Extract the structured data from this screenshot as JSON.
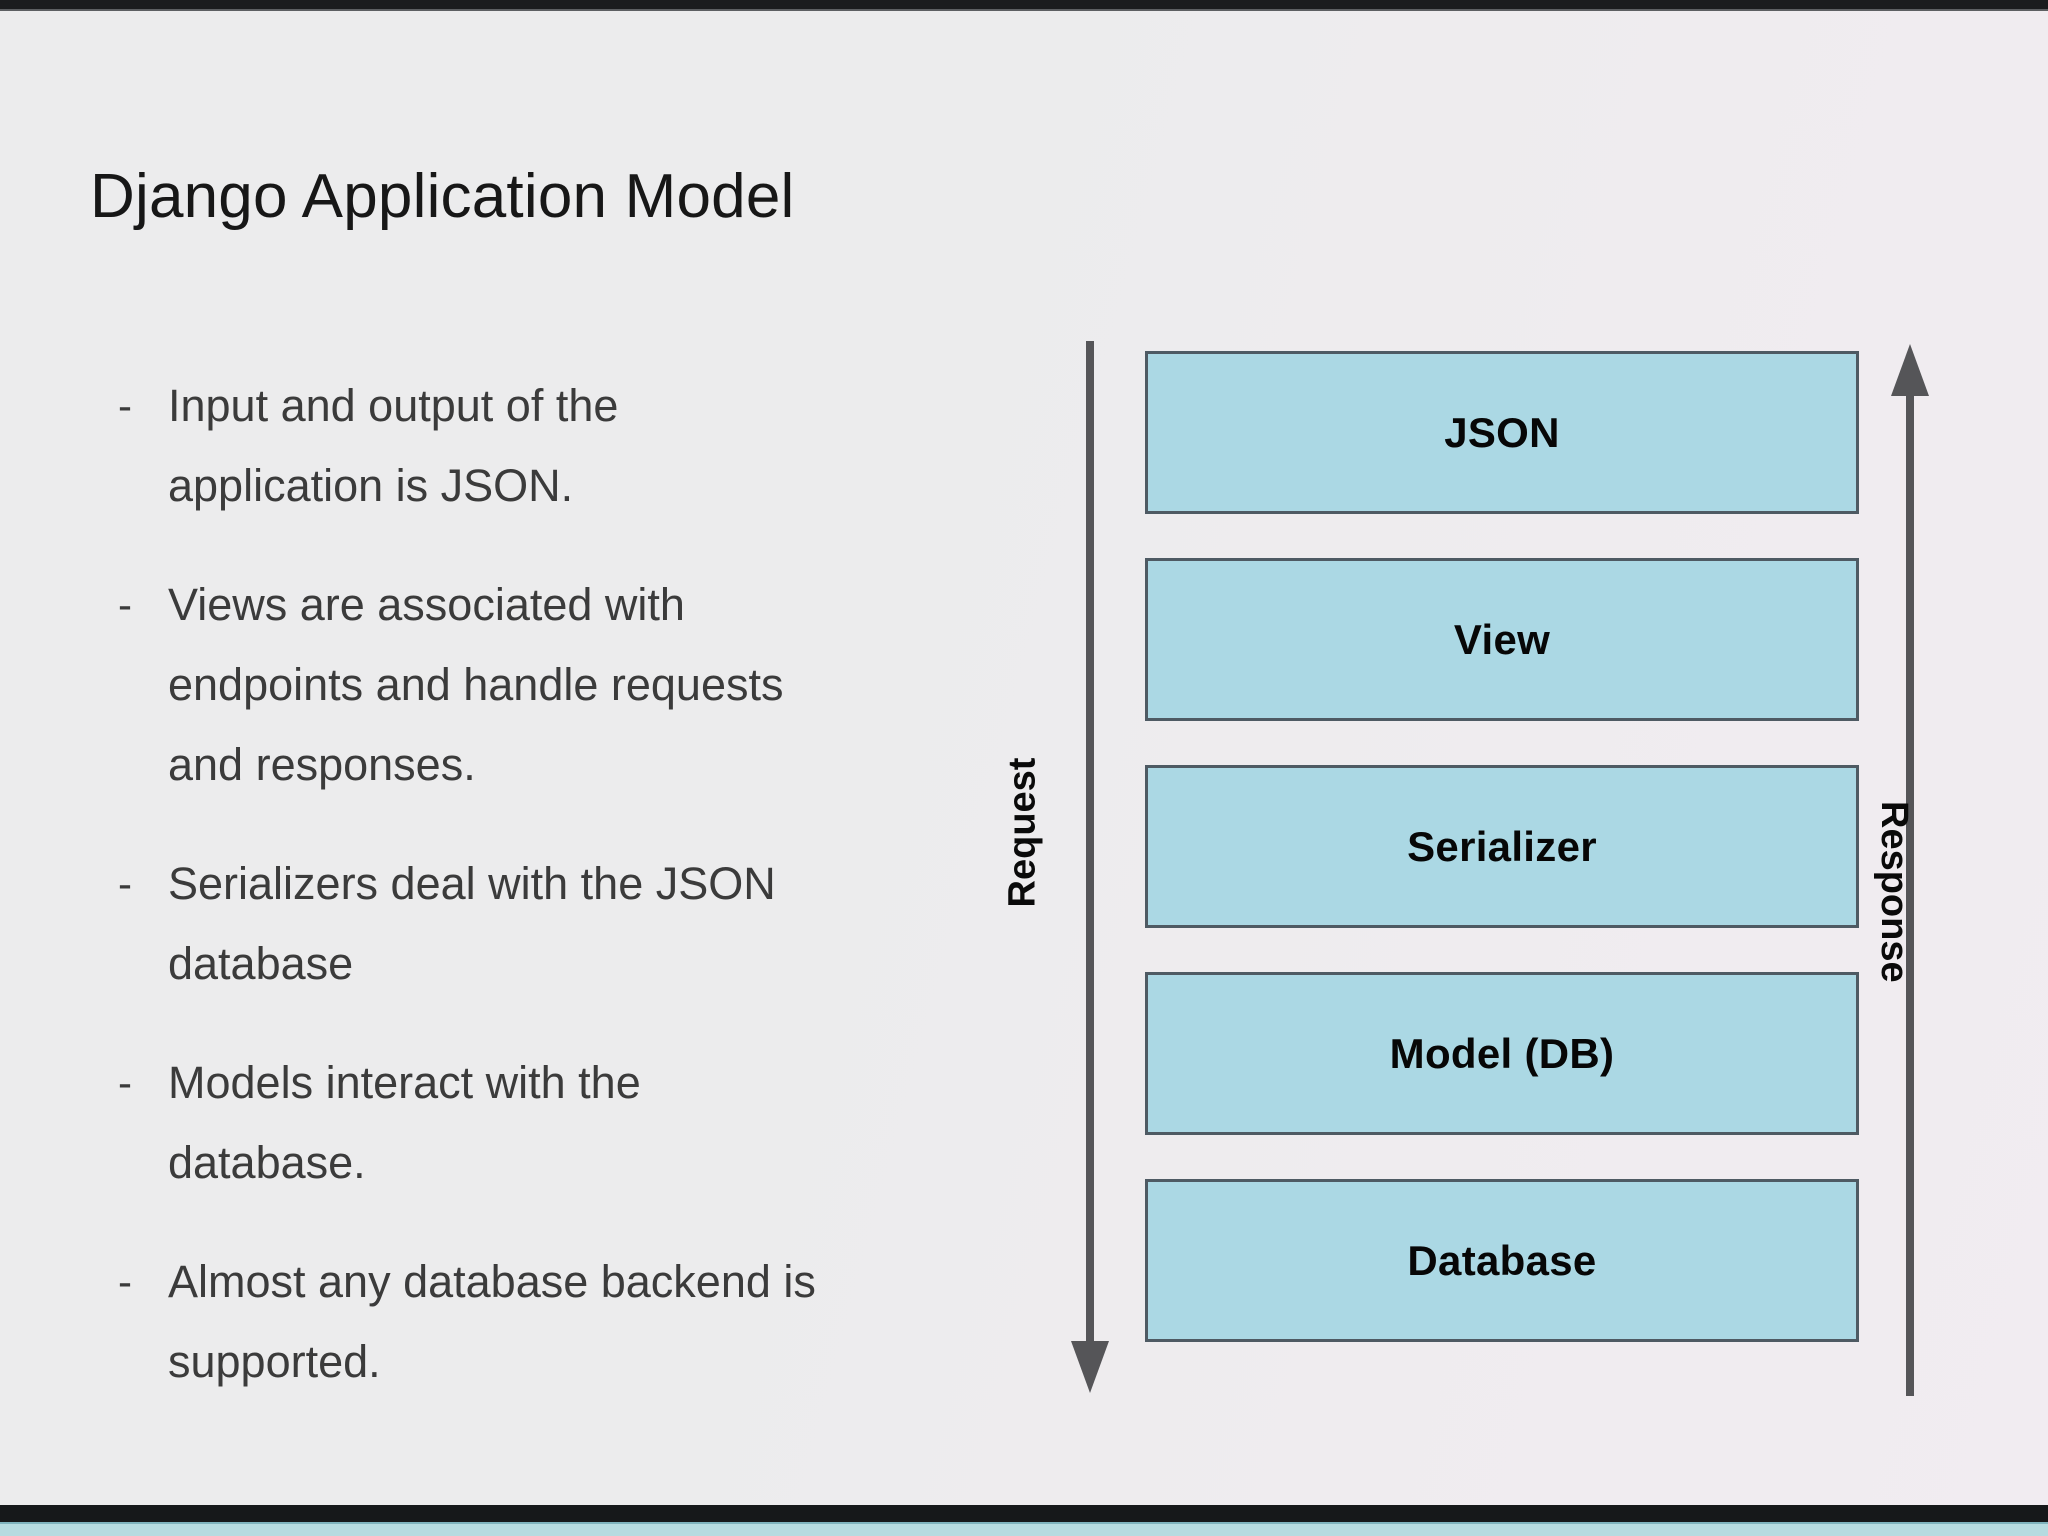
{
  "slide": {
    "title": "Django Application Model",
    "background_color": "#ececed",
    "accent_color": "#abd8e4",
    "text_color": "#3b3b3b"
  },
  "bullets": [
    {
      "marker": "-",
      "text": "Input and output of the application is JSON."
    },
    {
      "marker": "-",
      "text": "Views are associated with endpoints and handle requests and responses."
    },
    {
      "marker": "-",
      "text": "Serializers deal with the JSON database"
    },
    {
      "marker": "-",
      "text": "Models interact with the database."
    },
    {
      "marker": "-",
      "text": "Almost any database backend is supported."
    }
  ],
  "diagram": {
    "layers": [
      {
        "label": "JSON"
      },
      {
        "label": "View"
      },
      {
        "label": "Serializer"
      },
      {
        "label": "Model (DB)"
      },
      {
        "label": "Database"
      }
    ],
    "left_axis": {
      "label": "Request",
      "direction": "down",
      "icon": "arrow-down-icon"
    },
    "right_axis": {
      "label": "Response",
      "direction": "up",
      "icon": "arrow-up-icon"
    },
    "box_fill": "#abd8e4",
    "box_border": "#4e5a63",
    "arrow_color": "#555558"
  }
}
